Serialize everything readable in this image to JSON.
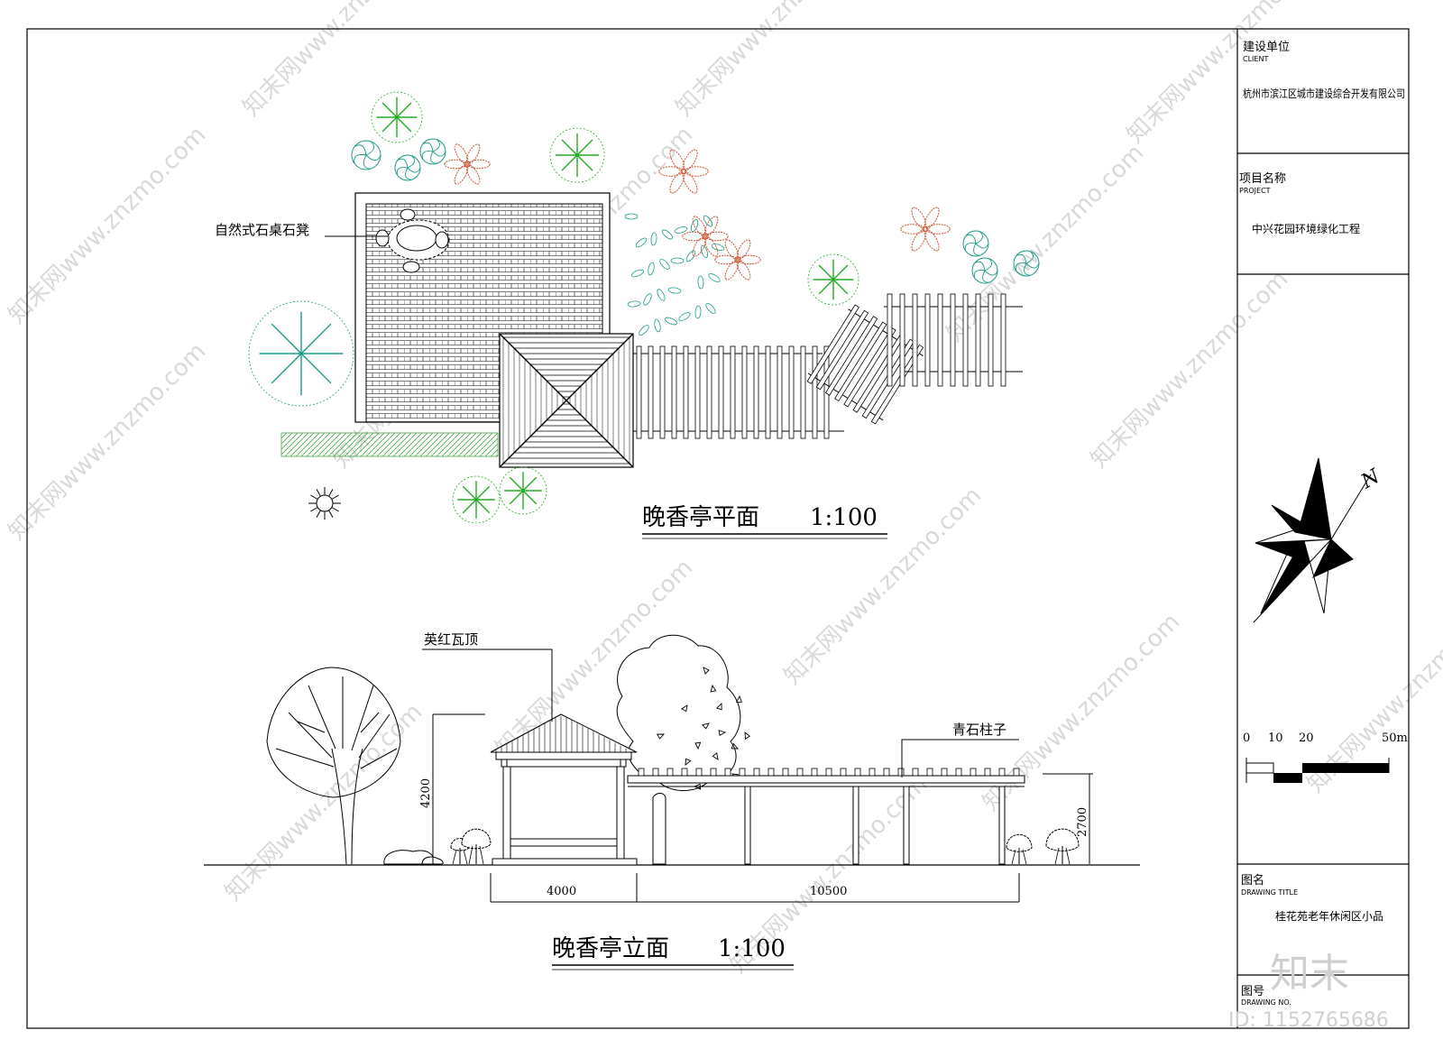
{
  "title_block": {
    "client_label": "建设单位",
    "client_sub": "CLIENT",
    "client_value": "杭州市滨江区城市建设综合开发有限公司",
    "project_label": "项目名称",
    "project_sub": "PROJECT",
    "project_value": "中兴花园环境绿化工程",
    "drawing_title_label": "图名",
    "drawing_title_sub": "DRAWING TITLE",
    "drawing_title_value": "桂花苑老年休闲区小品",
    "drawing_no_label": "图号",
    "drawing_no_sub": "DRAWING NO."
  },
  "north_arrow": {
    "label": "N"
  },
  "scale_bar": {
    "ticks": [
      "0",
      "10",
      "20",
      "50m"
    ]
  },
  "plan": {
    "title": "晚香亭平面",
    "scale": "1:100",
    "callouts": {
      "stone_table": "自然式石桌石凳"
    }
  },
  "elevation": {
    "title": "晚香亭立面",
    "scale": "1:100",
    "callouts": {
      "roof": "英红瓦顶",
      "column": "青石柱子"
    },
    "dimensions": {
      "pavilion_width": "4000",
      "corridor_length": "10500",
      "pavilion_height": "4200",
      "corridor_height": "2700"
    }
  },
  "watermark": {
    "text": "知末网www.znzmo.com",
    "brand": "知末",
    "id": "ID: 1152765686"
  },
  "colors": {
    "line": "#000000",
    "tree_green": "#22aa22",
    "tree_teal": "#1a9a8a",
    "flower_red": "#cc5533",
    "hedge_green": "#44aa44"
  }
}
